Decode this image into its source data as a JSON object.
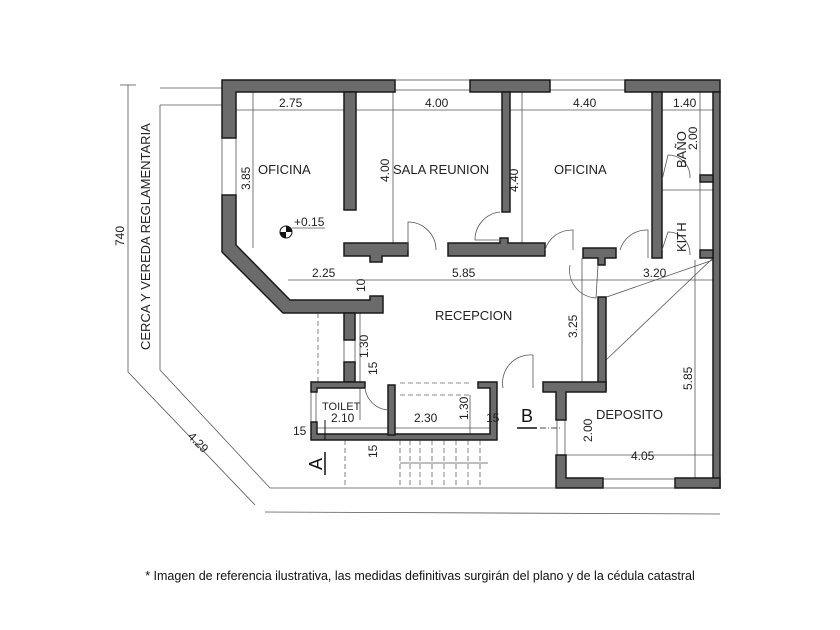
{
  "rooms": {
    "oficina_1": "OFICINA",
    "sala_reunion": "SALA REUNION",
    "oficina_2": "OFICINA",
    "bano": "BAÑO",
    "kith": "KITH",
    "recepcion": "RECEPCION",
    "toilet": "TOILET",
    "deposito": "DEPOSITO"
  },
  "dimensions": {
    "d275": "2.75",
    "d400h": "4.00",
    "d440h": "4.40",
    "d140": "1.40",
    "d385": "3.85",
    "d400v": "4.00",
    "d440v": "4.40",
    "d200bano": "2.00",
    "d225": "2.25",
    "d585h": "5.85",
    "d320": "3.20",
    "d10": "10",
    "d325": "3.25",
    "d585v": "5.85",
    "d130a": "1.30",
    "d15a": "15",
    "d210": "2.10",
    "d230": "2.30",
    "d130b": "1.30",
    "d15b": "15",
    "d15c": "15",
    "d15d": "15",
    "d200dep": "2.00",
    "d405": "4.05",
    "d429": "4.29",
    "d740": "740"
  },
  "level_mark": "+0.15",
  "boundary_label": "CERCA Y VEREDA REGLAMENTARIA",
  "section_a": "A",
  "section_b": "B",
  "footnote": "* Imagen de referencia ilustrativa, las medidas definitivas surgirán del plano y de la cédula catastral"
}
